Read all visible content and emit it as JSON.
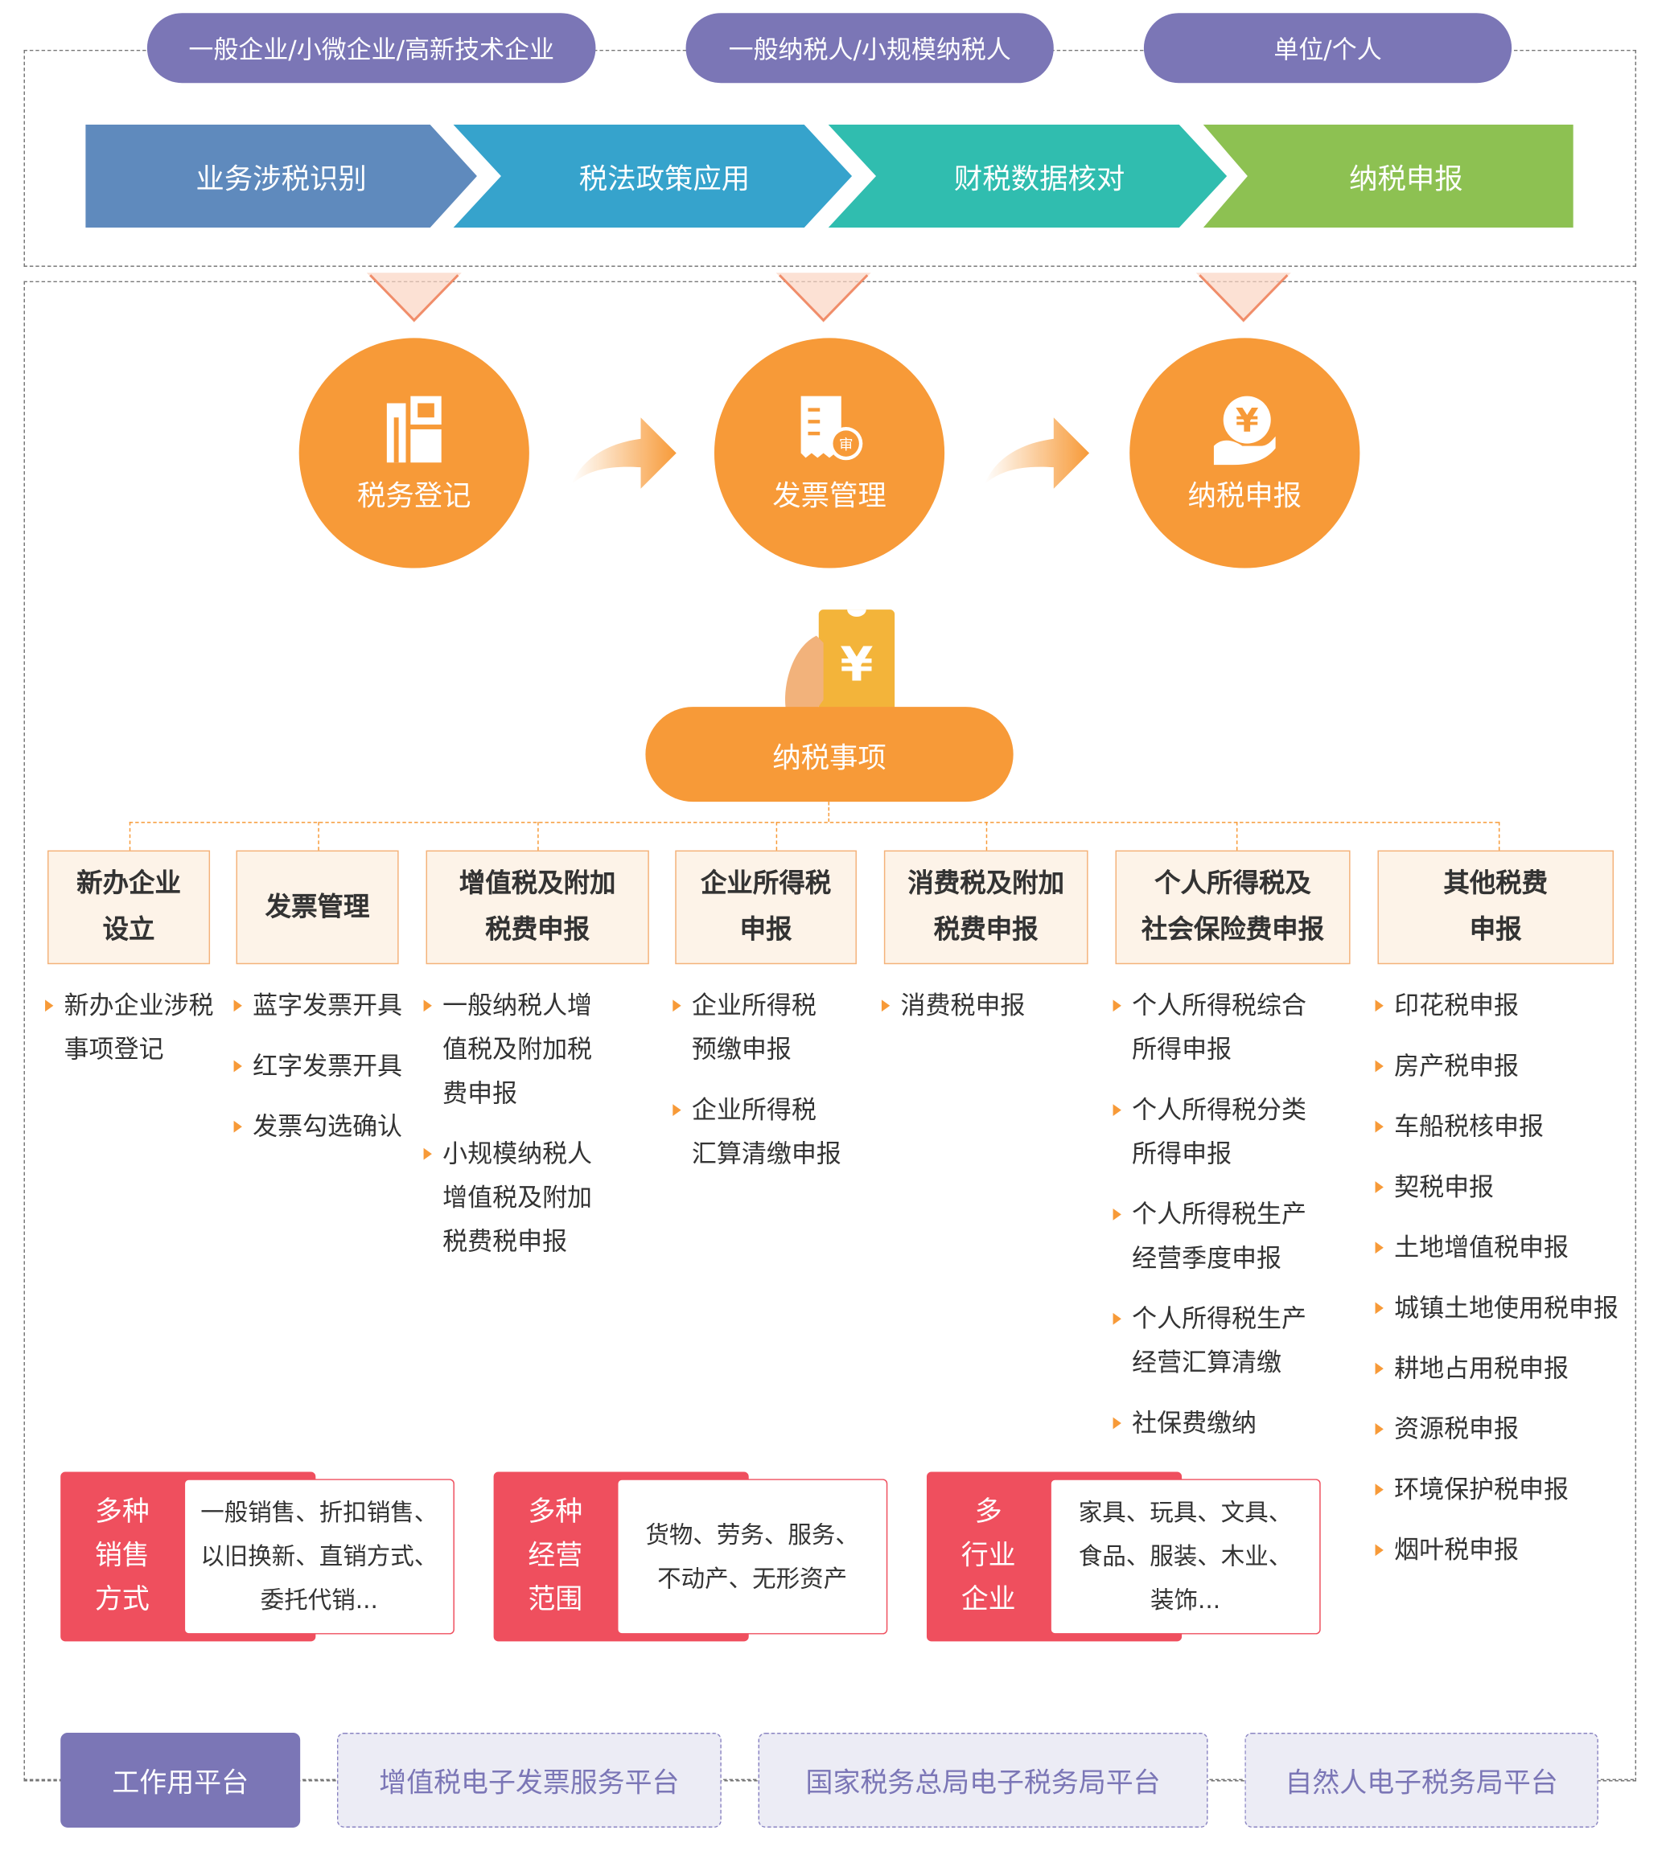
{
  "top_pills": [
    "一般企业/小微企业/高新技术企业",
    "一般纳税人/小规模纳税人",
    "单位/个人"
  ],
  "process_steps": [
    {
      "label": "业务涉税识别",
      "color": "#5f8abd"
    },
    {
      "label": "税法政策应用",
      "color": "#36a3cc"
    },
    {
      "label": "财税数据核对",
      "color": "#30bdaf"
    },
    {
      "label": "纳税申报",
      "color": "#8dc152"
    }
  ],
  "circles": [
    {
      "label": "税务登记",
      "icon": "tax-character-icon"
    },
    {
      "label": "发票管理",
      "icon": "invoice-review-icon"
    },
    {
      "label": "纳税申报",
      "icon": "yen-hand-icon"
    }
  ],
  "center_pill": "纳税事项",
  "categories": [
    {
      "title": "新办企业\n设立",
      "items": [
        "新办企业涉税\n事项登记"
      ]
    },
    {
      "title": "发票管理",
      "items": [
        "蓝字发票开具",
        "红字发票开具",
        "发票勾选确认"
      ]
    },
    {
      "title": "增值税及附加\n税费申报",
      "items": [
        "一般纳税人增\n值税及附加税\n费申报",
        "小规模纳税人\n增值税及附加\n税费税申报"
      ]
    },
    {
      "title": "企业所得税\n申报",
      "items": [
        "企业所得税\n预缴申报",
        "企业所得税\n汇算清缴申报"
      ]
    },
    {
      "title": "消费税及附加\n税费申报",
      "items": [
        "消费税申报"
      ]
    },
    {
      "title": "个人所得税及\n社会保险费申报",
      "items": [
        "个人所得税综合\n所得申报",
        "个人所得税分类\n所得申报",
        "个人所得税生产\n经营季度申报",
        "个人所得税生产\n经营汇算清缴",
        "社保费缴纳"
      ]
    },
    {
      "title": "其他税费\n申报",
      "items": [
        "印花税申报",
        "房产税申报",
        "车船税核申报",
        "契税申报",
        "土地增值税申报",
        "城镇土地使用税申报",
        "耕地占用税申报",
        "资源税申报",
        "环境保护税申报",
        "烟叶税申报"
      ]
    }
  ],
  "feature_boxes": [
    {
      "label": "多种\n销售\n方式",
      "text": "一般销售、折扣销售、\n以旧换新、直销方式、\n委托代销..."
    },
    {
      "label": "多种\n经营\n范围",
      "text": "货物、劳务、服务、\n不动产、无形资产"
    },
    {
      "label": "多\n行业\n企业",
      "text": "家具、玩具、文具、\n食品、服装、木业、\n装饰..."
    }
  ],
  "platforms": {
    "main": "工作用平台",
    "items": [
      "增值税电子发票服务平台",
      "国家税务总局电子税务局平台",
      "自然人电子税务局平台"
    ]
  }
}
